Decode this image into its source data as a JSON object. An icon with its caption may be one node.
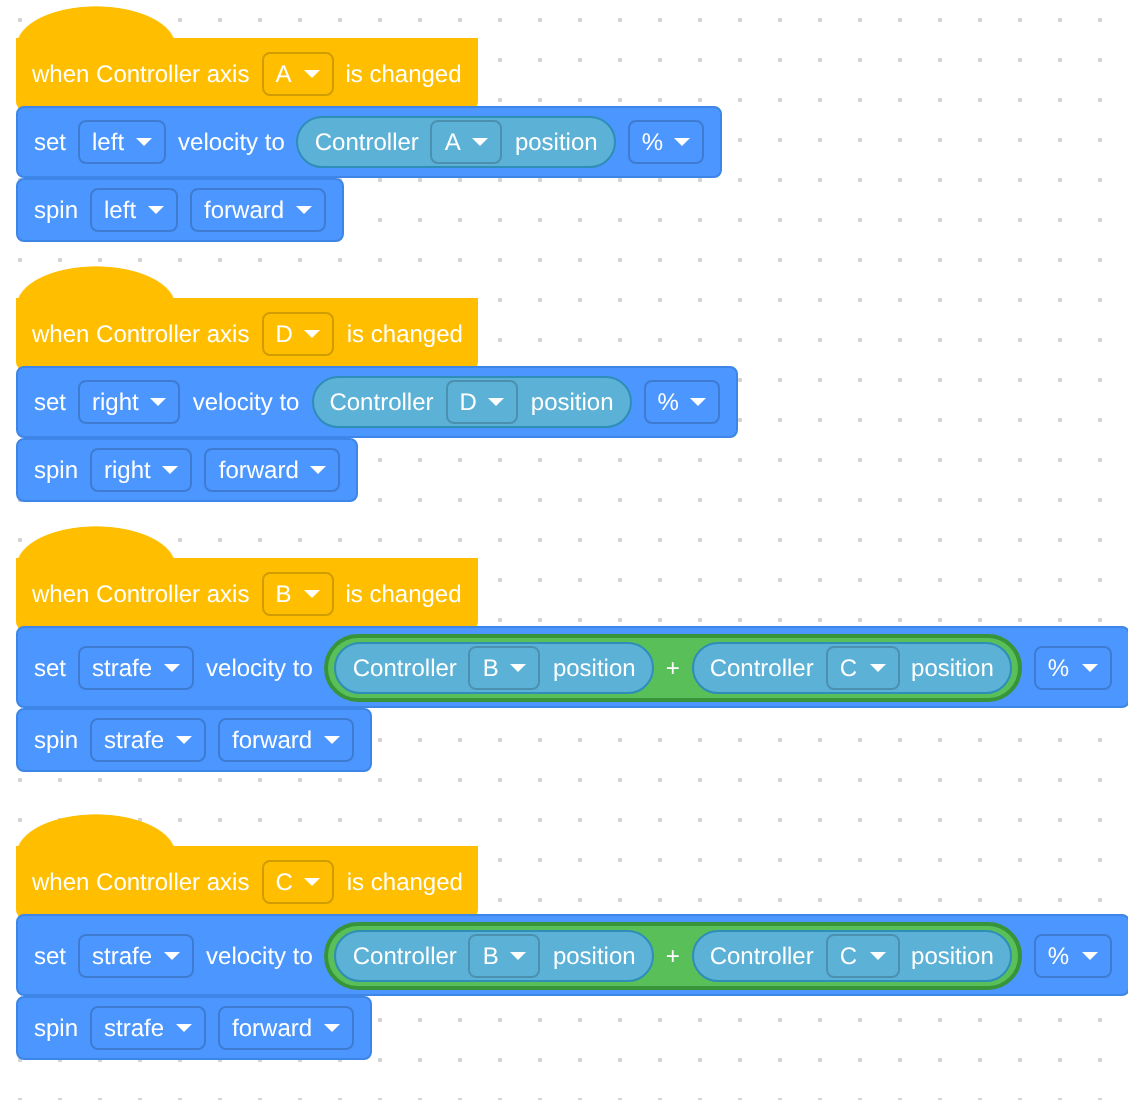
{
  "diagram": {
    "nodes": [
      {
        "text": [
          "when Controller axis",
          "A",
          "is changed"
        ]
      },
      {
        "text": [
          "set",
          "left",
          "velocity to",
          "%"
        ]
      },
      {
        "text": [
          "Controller",
          "A",
          "position"
        ],
        "in": 1
      },
      {
        "text": [
          "spin",
          "left",
          "forward"
        ]
      },
      {
        "text": [
          "when Controller axis",
          "D",
          "is changed"
        ]
      },
      {
        "text": [
          "set",
          "right",
          "velocity to",
          "%"
        ]
      },
      {
        "text": [
          "Controller",
          "D",
          "position"
        ],
        "in": 5
      },
      {
        "text": [
          "spin",
          "right",
          "forward"
        ]
      },
      {
        "text": [
          "when Controller axis",
          "B",
          "is changed"
        ]
      },
      {
        "text": [
          "set",
          "strafe",
          "velocity to",
          "%"
        ]
      },
      {
        "text": [
          "+"
        ],
        "in": 9
      },
      {
        "text": [
          "Controller",
          "B",
          "position"
        ],
        "in": 10
      },
      {
        "text": [
          "Controller",
          "C",
          "position"
        ],
        "in": 10
      },
      {
        "text": [
          "spin",
          "strafe",
          "forward"
        ]
      },
      {
        "text": [
          "when Controller axis",
          "C",
          "is changed"
        ]
      },
      {
        "text": [
          "set",
          "strafe",
          "velocity to",
          "%"
        ]
      },
      {
        "text": [
          "+"
        ],
        "in": 15
      },
      {
        "text": [
          "Controller",
          "B",
          "position"
        ],
        "in": 16
      },
      {
        "text": [
          "Controller",
          "C",
          "position"
        ],
        "in": 16
      },
      {
        "text": [
          "spin",
          "strafe",
          "forward"
        ]
      }
    ]
  }
}
